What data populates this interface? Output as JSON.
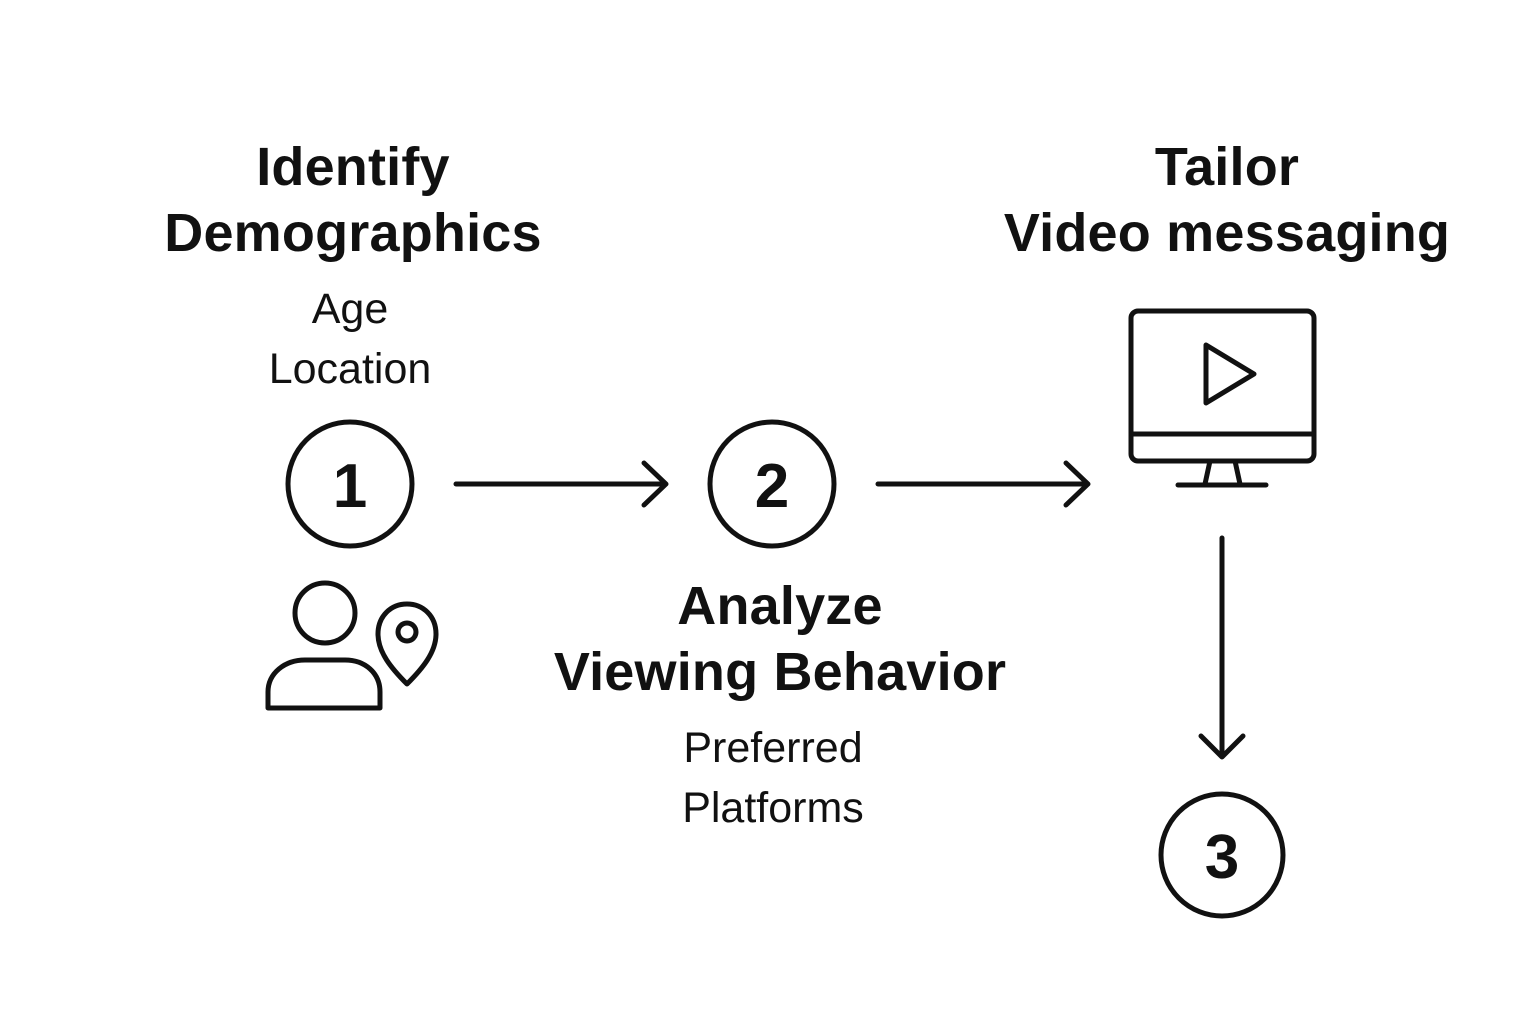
{
  "steps": [
    {
      "number": "1",
      "title_lines": [
        "Identify",
        "Demographics"
      ],
      "detail_lines": [
        "Age",
        "Location"
      ]
    },
    {
      "number": "2",
      "title_lines": [
        "Analyze",
        "Viewing Behavior"
      ],
      "detail_lines": [
        "Preferred",
        "Platforms"
      ]
    },
    {
      "number": "3",
      "title_lines": [
        "Tailor",
        "Video messaging"
      ],
      "detail_lines": []
    }
  ],
  "icons": {
    "step1": [
      "person-icon",
      "location-pin-icon"
    ],
    "step3": [
      "monitor-play-icon"
    ]
  },
  "colors": {
    "stroke": "#111111",
    "background": "#ffffff"
  }
}
